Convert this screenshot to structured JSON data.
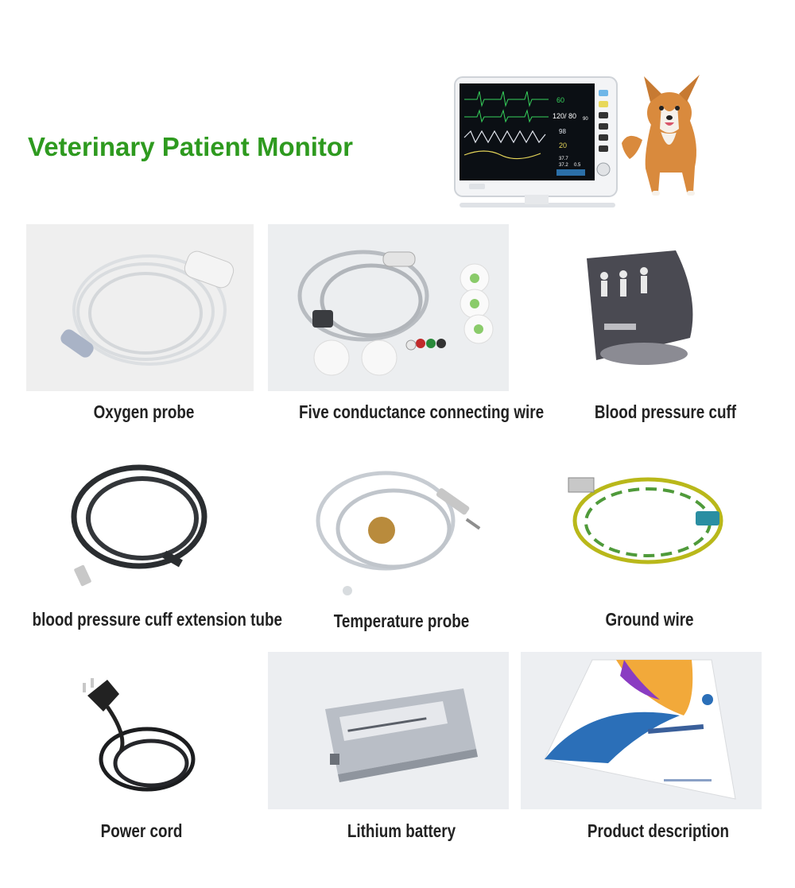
{
  "title": "Veterinary Patient Monitor",
  "monitor": {
    "hr": "60",
    "nibp": "120/ 80",
    "nibp_mean": "90",
    "spo2": "98",
    "resp": "20",
    "temp1": "37.7",
    "temp2": "37.2",
    "temp_diff": "0.5"
  },
  "accessories": [
    {
      "label": "Oxygen probe",
      "icon": "oxygen-probe"
    },
    {
      "label": "Five conductance connecting wire",
      "icon": "ecg-leads"
    },
    {
      "label": "Blood pressure cuff",
      "icon": "bp-cuff"
    },
    {
      "label": "blood pressure cuff extension tube",
      "icon": "extension-tube"
    },
    {
      "label": "Temperature probe",
      "icon": "temperature-probe"
    },
    {
      "label": "Ground wire",
      "icon": "ground-wire"
    },
    {
      "label": "Power cord",
      "icon": "power-cord"
    },
    {
      "label": "Lithium battery",
      "icon": "lithium-battery"
    },
    {
      "label": "Product description",
      "icon": "manual-booklet"
    }
  ],
  "colors": {
    "title": "#2e9a1f",
    "background": "#ffffff",
    "tile": "#eeeeee"
  }
}
